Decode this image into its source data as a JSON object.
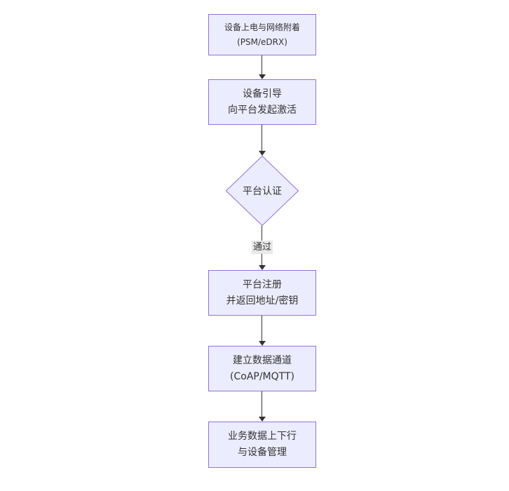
{
  "diagram": {
    "type": "flowchart",
    "direction": "top-down",
    "colors": {
      "background": "#ffffff",
      "node_fill": "#ECECFF",
      "node_border": "#9370DB",
      "text": "#333333",
      "arrow": "#333333",
      "edge_label_bg": "#e8e8e8"
    },
    "nodes": [
      {
        "id": "power-attach",
        "shape": "rect",
        "lines": [
          "设备上电与网络附着",
          "(PSM/eDRX)"
        ]
      },
      {
        "id": "bootstrap",
        "shape": "rect",
        "lines": [
          "设备引导",
          "向平台发起激活"
        ]
      },
      {
        "id": "auth",
        "shape": "diamond",
        "lines": [
          "平台认证"
        ]
      },
      {
        "id": "register",
        "shape": "rect",
        "lines": [
          "平台注册",
          "并返回地址/密钥"
        ]
      },
      {
        "id": "data-channel",
        "shape": "rect",
        "lines": [
          "建立数据通道",
          "(CoAP/MQTT)"
        ]
      },
      {
        "id": "business",
        "shape": "rect",
        "lines": [
          "业务数据上下行",
          "与设备管理"
        ]
      }
    ],
    "edges": [
      {
        "from": "power-attach",
        "to": "bootstrap",
        "label": ""
      },
      {
        "from": "bootstrap",
        "to": "auth",
        "label": ""
      },
      {
        "from": "auth",
        "to": "register",
        "label": "通过"
      },
      {
        "from": "register",
        "to": "data-channel",
        "label": ""
      },
      {
        "from": "data-channel",
        "to": "business",
        "label": ""
      }
    ]
  }
}
